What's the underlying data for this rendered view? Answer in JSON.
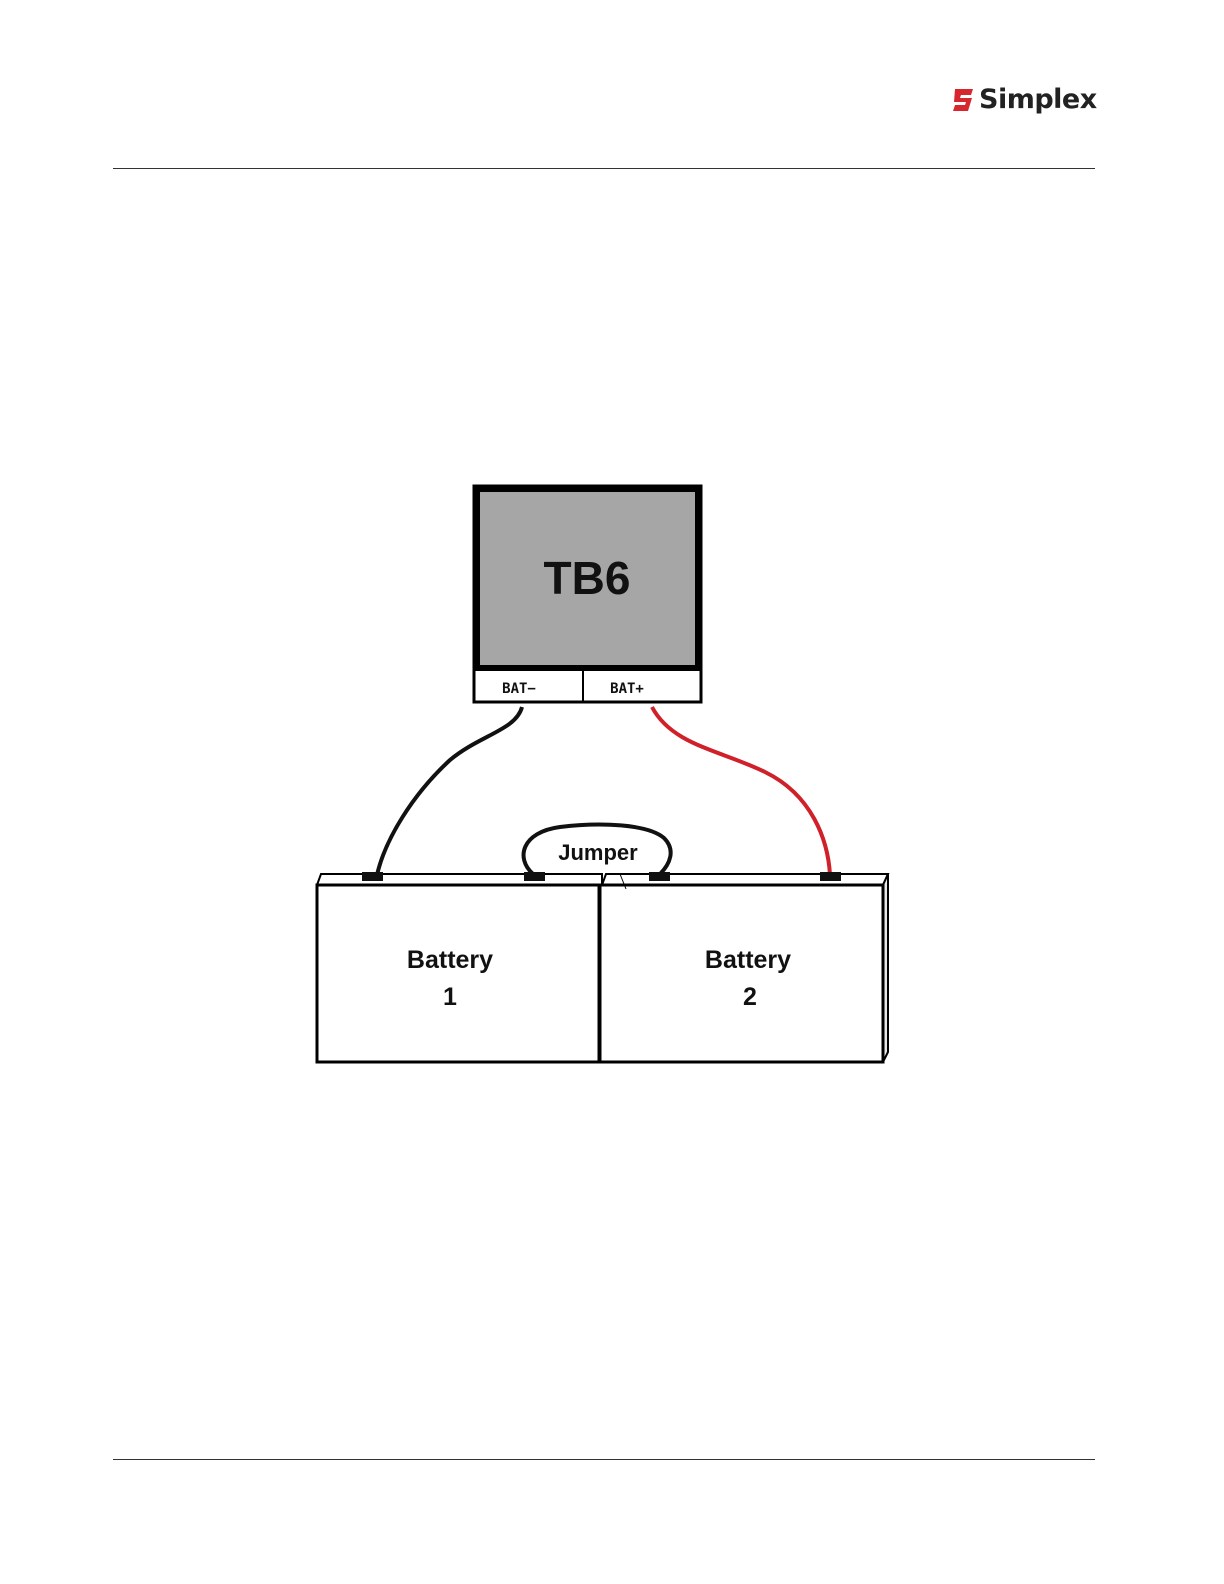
{
  "header": {
    "brand_name": "Simplex",
    "brand_color": "#d7262e"
  },
  "diagram": {
    "terminal_block": {
      "label": "TB6",
      "fill_color": "#a6a6a6",
      "terminals": [
        "BAT−",
        "BAT+"
      ]
    },
    "wires": {
      "negative_color": "#111111",
      "positive_color": "#d0202a",
      "jumper_label": "Jumper"
    },
    "batteries": [
      {
        "name": "Battery",
        "number": "1"
      },
      {
        "name": "Battery",
        "number": "2"
      }
    ]
  }
}
